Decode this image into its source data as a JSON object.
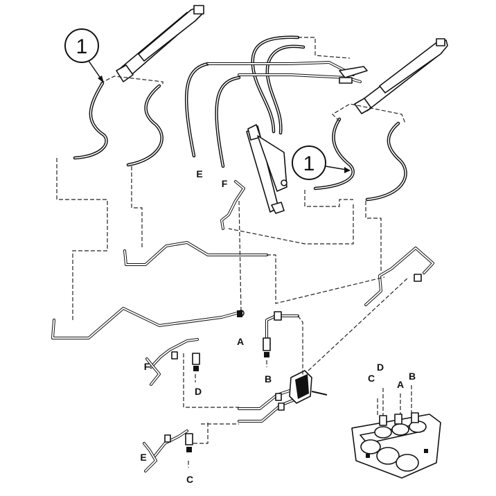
{
  "callouts": {
    "left": "1",
    "right": "1"
  },
  "port_labels": {
    "E_top": "E",
    "F_top": "F",
    "A_mid": "A",
    "B_mid": "B",
    "F_low": "F",
    "D_low": "D",
    "E_bottom": "E",
    "C_bottom": "C",
    "valve_C": "C",
    "valve_D": "D",
    "valve_A": "A",
    "valve_B": "B"
  }
}
